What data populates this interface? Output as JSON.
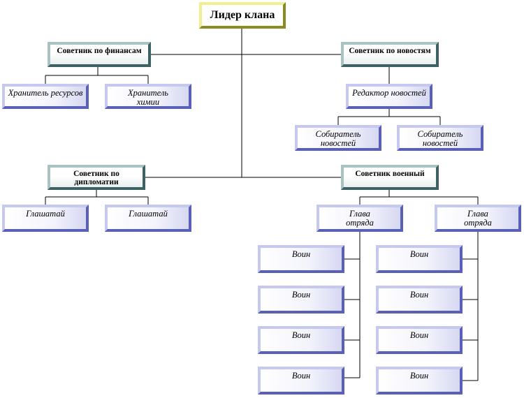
{
  "leader": "Лидер клана",
  "advisors": {
    "finance": "Советник по финансам",
    "news": "Советник по новостям",
    "diplomacy": "Советник по дипломатии",
    "military": "Советник военный"
  },
  "finance_subs": [
    "Хранитель ресурсов",
    "Хранитель химии"
  ],
  "news_editor": "Редактор новостей",
  "news_collectors": [
    "Собиратель новостей",
    "Собиратель новостей"
  ],
  "heralds": [
    "Глашатай",
    "Глашатай"
  ],
  "squad_leaders": [
    "Глава отряда",
    "Глава отряда"
  ],
  "warriors_left": [
    "Воин",
    "Воин",
    "Воин",
    "Воин"
  ],
  "warriors_right": [
    "Воин",
    "Воин",
    "Воин",
    "Воин"
  ]
}
